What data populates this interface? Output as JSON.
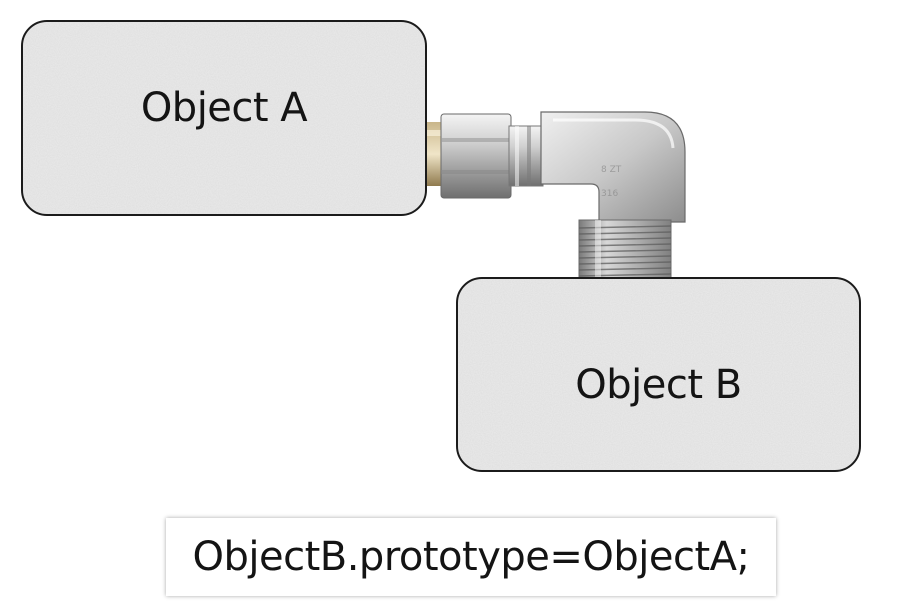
{
  "diagram": {
    "object_a": {
      "label": "Object A"
    },
    "object_b": {
      "label": "Object B"
    },
    "connector": {
      "icon": "pipe-elbow-fitting-icon"
    },
    "caption": {
      "code": "ObjectB.prototype=ObjectA;"
    }
  },
  "colors": {
    "box_fill": "#ebebeb",
    "box_border": "#1b1b1b",
    "text": "#141414",
    "metal_light": "#e6e6e6",
    "metal_dark": "#8a8a8a"
  }
}
